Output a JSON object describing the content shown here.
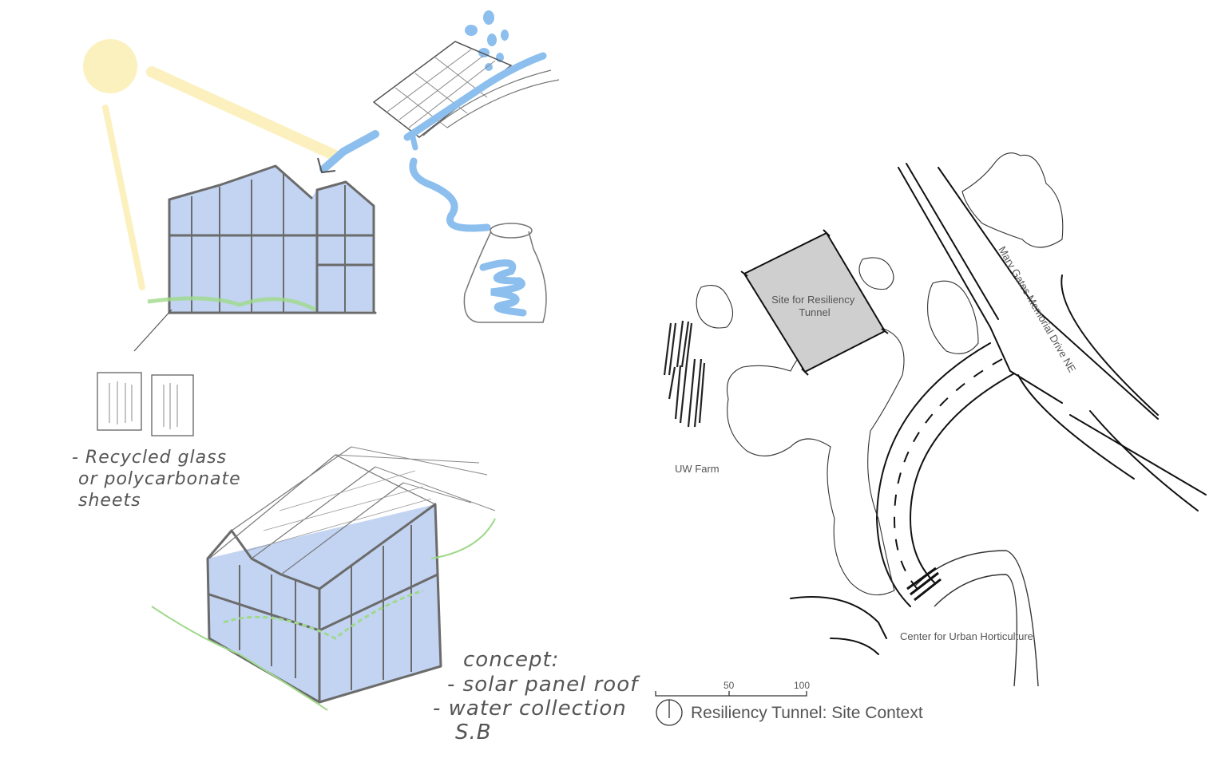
{
  "sketch": {
    "material_note": [
      "- Recycled glass",
      "or polycarbonate",
      "sheets"
    ],
    "concept_note": [
      "concept:",
      "- solar panel roof",
      "- water collection",
      "S.B"
    ]
  },
  "map": {
    "site_label": [
      "Site for Resiliency",
      "Tunnel"
    ],
    "street_label": "Mary Gates Memorial Drive NE",
    "farm_label": "UW Farm",
    "center_label": "Center for Urban Horticulture",
    "scale_labels": [
      "50",
      "100"
    ],
    "title": "Resiliency Tunnel: Site Context"
  },
  "colors": {
    "glass": "#b7cdf0",
    "water": "#8cbfee",
    "sun": "#fbefb8",
    "grass": "#9fd98a",
    "site": "#cfcfcf"
  }
}
